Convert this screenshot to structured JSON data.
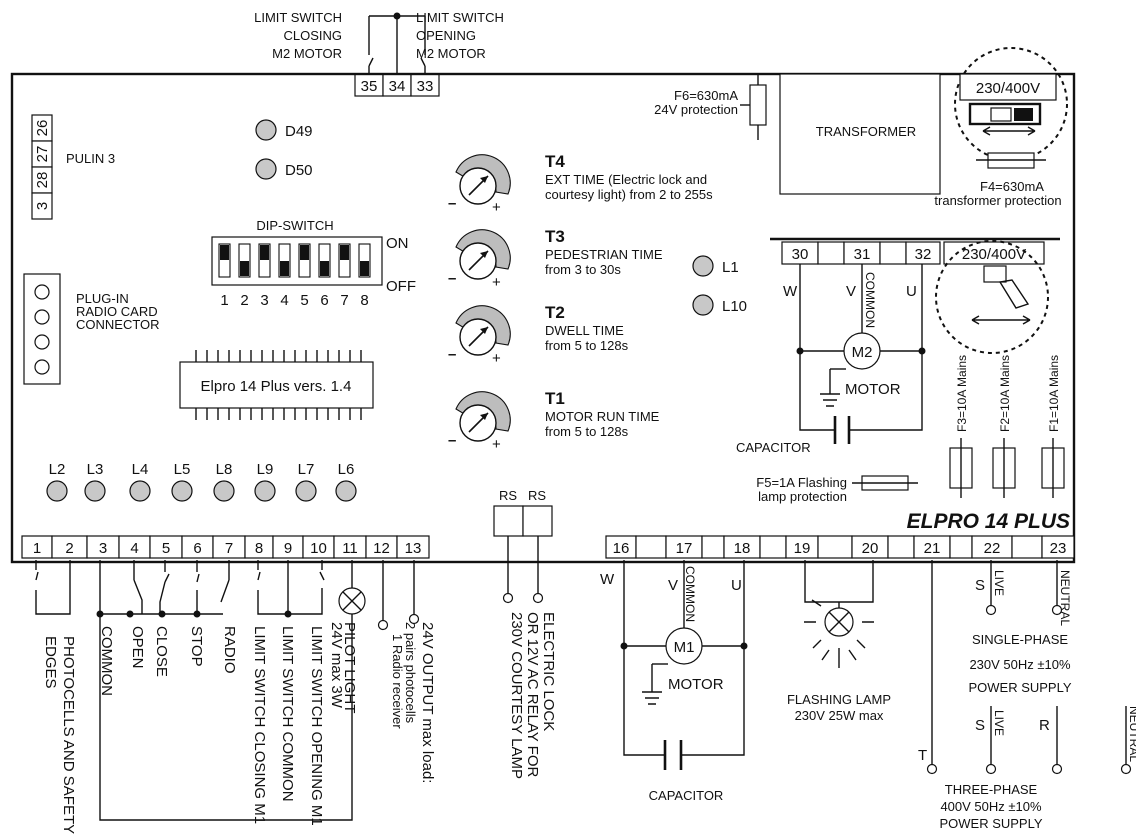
{
  "top_switches": {
    "closing_l1": "LIMIT SWITCH",
    "closing_l2": "CLOSING",
    "closing_l3": "M2 MOTOR",
    "opening_l1": "LIMIT SWITCH",
    "opening_l2": "OPENING",
    "opening_l3": "M2 MOTOR",
    "terminals": [
      "35",
      "34",
      "33"
    ]
  },
  "pulin": {
    "terminals": [
      "26",
      "27",
      "28",
      "3"
    ],
    "label": "PULIN 3"
  },
  "leds_top": [
    "D49",
    "D50"
  ],
  "dip": {
    "title": "DIP-SWITCH",
    "on": "ON",
    "off": "OFF",
    "numbers": [
      "1",
      "2",
      "3",
      "4",
      "5",
      "6",
      "7",
      "8"
    ]
  },
  "radio_connector": {
    "l1": "PLUG-IN",
    "l2": "RADIO CARD",
    "l3": "CONNECTOR"
  },
  "chip_label": "Elpro 14 Plus vers. 1.4",
  "trimmers": [
    {
      "name": "T4",
      "l1": "EXT TIME (Electric lock and",
      "l2": "courtesy light) from 2 to 255s"
    },
    {
      "name": "T3",
      "l1": "PEDESTRIAN TIME",
      "l2": "from 3 to 30s"
    },
    {
      "name": "T2",
      "l1": "DWELL TIME",
      "l2": "from 5 to 128s"
    },
    {
      "name": "T1",
      "l1": "MOTOR RUN TIME",
      "l2": "from 5 to 128s"
    }
  ],
  "leds_mid": [
    "L1",
    "L10"
  ],
  "leds_bottom": [
    "L2",
    "L3",
    "L4",
    "L5",
    "L8",
    "L9",
    "L7",
    "L6"
  ],
  "fuses": {
    "f6_l1": "F6=630mA",
    "f6_l2": "24V protection",
    "f4_l1": "F4=630mA",
    "f4_l2": "transformer protection",
    "f5_l1": "F5=1A Flashing",
    "f5_l2": "lamp protection",
    "f3": "F3=10A Mains",
    "f2": "F2=10A Mains",
    "f1": "F1=10A Mains"
  },
  "transformer": "TRANSFORMER",
  "voltage_selector": "230/400V",
  "m2_block": {
    "terminals": [
      "30",
      "31",
      "32"
    ],
    "w": "W",
    "v": "V",
    "u": "U",
    "common": "COMMON",
    "motor": "M2",
    "motor_label": "MOTOR",
    "capacitor": "CAPACITOR"
  },
  "brand": "ELPRO 14 PLUS",
  "bottom_terminals": [
    "1",
    "2",
    "3",
    "4",
    "5",
    "6",
    "7",
    "8",
    "9",
    "10",
    "11",
    "12",
    "13",
    "16",
    "17",
    "18",
    "19",
    "20",
    "21",
    "22",
    "23"
  ],
  "relay": [
    "RS",
    "RS"
  ],
  "wiring_labels": {
    "photocells_l1": "PHOTOCELLS AND SAFETY",
    "photocells_l2": "EDGES",
    "common": "COMMON",
    "open": "OPEN",
    "close": "CLOSE",
    "stop": "STOP",
    "radio": "RADIO",
    "ls_closing": "LIMIT SWITCH CLOSING M1",
    "ls_common": "LIMIT SWITCH COMMON",
    "ls_opening": "LIMIT SWITCH OPENING M1",
    "pilot_l1": "PILOT LIGHT",
    "pilot_l2": "24V max 3W",
    "out_l1": "24V OUTPUT  max load:",
    "out_l2": "2 pairs photocells",
    "out_l3": "1 Radio receiver",
    "lock_l1": "ELECTRIC LOCK",
    "lock_l2": "OR 12V AC RELAY FOR",
    "lock_l3": "230V COURTESY LAMP"
  },
  "m1_block": {
    "w": "W",
    "v": "V",
    "u": "U",
    "common": "COMMON",
    "motor": "M1",
    "motor_label": "MOTOR",
    "capacitor": "CAPACITOR"
  },
  "flashing_lamp": {
    "l1": "FLASHING LAMP",
    "l2": "230V 25W max"
  },
  "supply": {
    "s": "S",
    "live": "LIVE",
    "neutral": "NEUTRAL",
    "single_l1": "SINGLE-PHASE",
    "single_l2": "230V 50Hz ±10%",
    "single_l3": "POWER SUPPLY",
    "t": "T",
    "s2": "S",
    "r": "R",
    "live2": "LIVE",
    "neutral2": "NEUTRAL",
    "three_l1": "THREE-PHASE",
    "three_l2": "400V 50Hz ±10%",
    "three_l3": "POWER SUPPLY"
  }
}
